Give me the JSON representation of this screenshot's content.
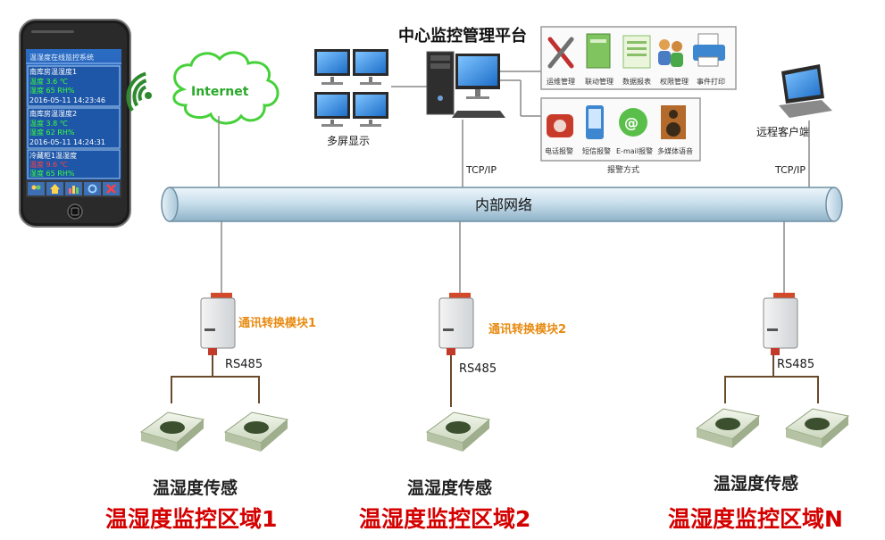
{
  "phone": {
    "app_title": "温湿度在线监控系统",
    "cards": [
      {
        "name": "南库房温湿度1",
        "temp": "温度 3.6 ℃",
        "hum": "湿度 65 RH%",
        "time": "2016-05-11 14:23:46"
      },
      {
        "name": "南库房温湿度2",
        "temp": "温度 3.8 ℃",
        "hum": "湿度 62 RH%",
        "time": "2016-05-11 14:24:31"
      },
      {
        "name": "冷藏柜1温湿度",
        "temp": "温度 9.6 ℃",
        "hum": "湿度 65 RH%",
        "time": ""
      }
    ],
    "colors": {
      "screen": "#1a5aa8",
      "alert": "#ff4040",
      "value": "#39ff39"
    }
  },
  "cloud": {
    "label": "Internet"
  },
  "monitors": {
    "label": "多屏显示"
  },
  "center": {
    "title": "中心监控管理平台"
  },
  "management": [
    {
      "label": "运维管理",
      "icon": "tools-icon"
    },
    {
      "label": "联动管理",
      "icon": "binder-icon"
    },
    {
      "label": "数据报表",
      "icon": "report-icon"
    },
    {
      "label": "权限管理",
      "icon": "users-icon"
    },
    {
      "label": "事件打印",
      "icon": "printer-icon"
    }
  ],
  "alarms": {
    "items": [
      {
        "label": "电话报警",
        "icon": "telephone-icon"
      },
      {
        "label": "短信报警",
        "icon": "sms-icon"
      },
      {
        "label": "E-mail报警",
        "icon": "email-icon"
      },
      {
        "label": "多媒体语音",
        "icon": "speaker-icon"
      }
    ],
    "caption": "报警方式"
  },
  "remote": {
    "label": "远程客户端"
  },
  "network": {
    "label": "内部网络",
    "tcpip_left": "TCP/IP",
    "tcpip_right": "TCP/IP"
  },
  "zones": [
    {
      "module": "通讯转换模块1",
      "bus": "RS485",
      "sensor": "温湿度传感",
      "zone": "温湿度监控区域1"
    },
    {
      "module": "通讯转换模块2",
      "bus": "RS485",
      "sensor": "温湿度传感",
      "zone": "温湿度监控区域2"
    },
    {
      "module": "",
      "bus": "RS485",
      "sensor": "温湿度传感",
      "zone": "温湿度监控区域N"
    }
  ]
}
